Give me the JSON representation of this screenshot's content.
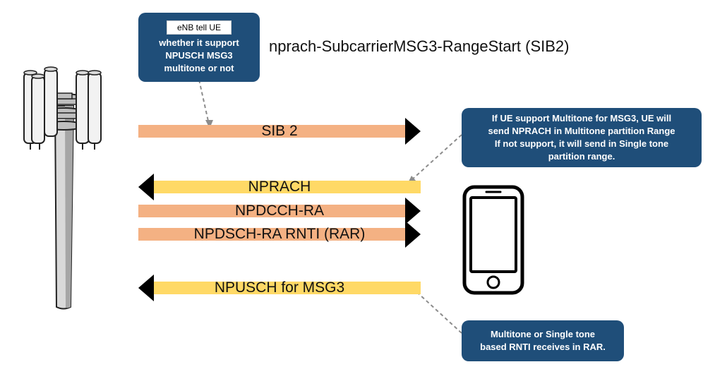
{
  "callouts": {
    "enb": {
      "tag": "eNB tell UE",
      "lines": [
        "whether it support",
        "NPUSCH MSG3",
        "multitone or not"
      ]
    },
    "ue_support": {
      "lines": [
        "If UE support Multitone for MSG3, UE will",
        "send NPRACH in Multitone partition Range",
        "If not support, it will send in Single tone",
        "partition range."
      ]
    },
    "rar": {
      "lines": [
        "Multitone or Single tone",
        "based RNTI receives in RAR."
      ]
    }
  },
  "parameter_title": "nprach-SubcarrierMSG3-RangeStart (SIB2)",
  "arrows": [
    {
      "label": "SIB 2",
      "direction": "right",
      "color": "#f4b183"
    },
    {
      "label": "NPRACH",
      "direction": "left",
      "color": "#ffd966"
    },
    {
      "label": "NPDCCH-RA",
      "direction": "right",
      "color": "#f4b183"
    },
    {
      "label": "NPDSCH-RA RNTI (RAR)",
      "direction": "right",
      "color": "#f4b183"
    },
    {
      "label": "NPUSCH for MSG3",
      "direction": "left",
      "color": "#ffd966"
    }
  ],
  "icons": {
    "tower": "cell-tower-icon",
    "phone": "smartphone-icon"
  },
  "colors": {
    "callout_bg": "#1f4e79",
    "connector": "#8c8c8c"
  }
}
